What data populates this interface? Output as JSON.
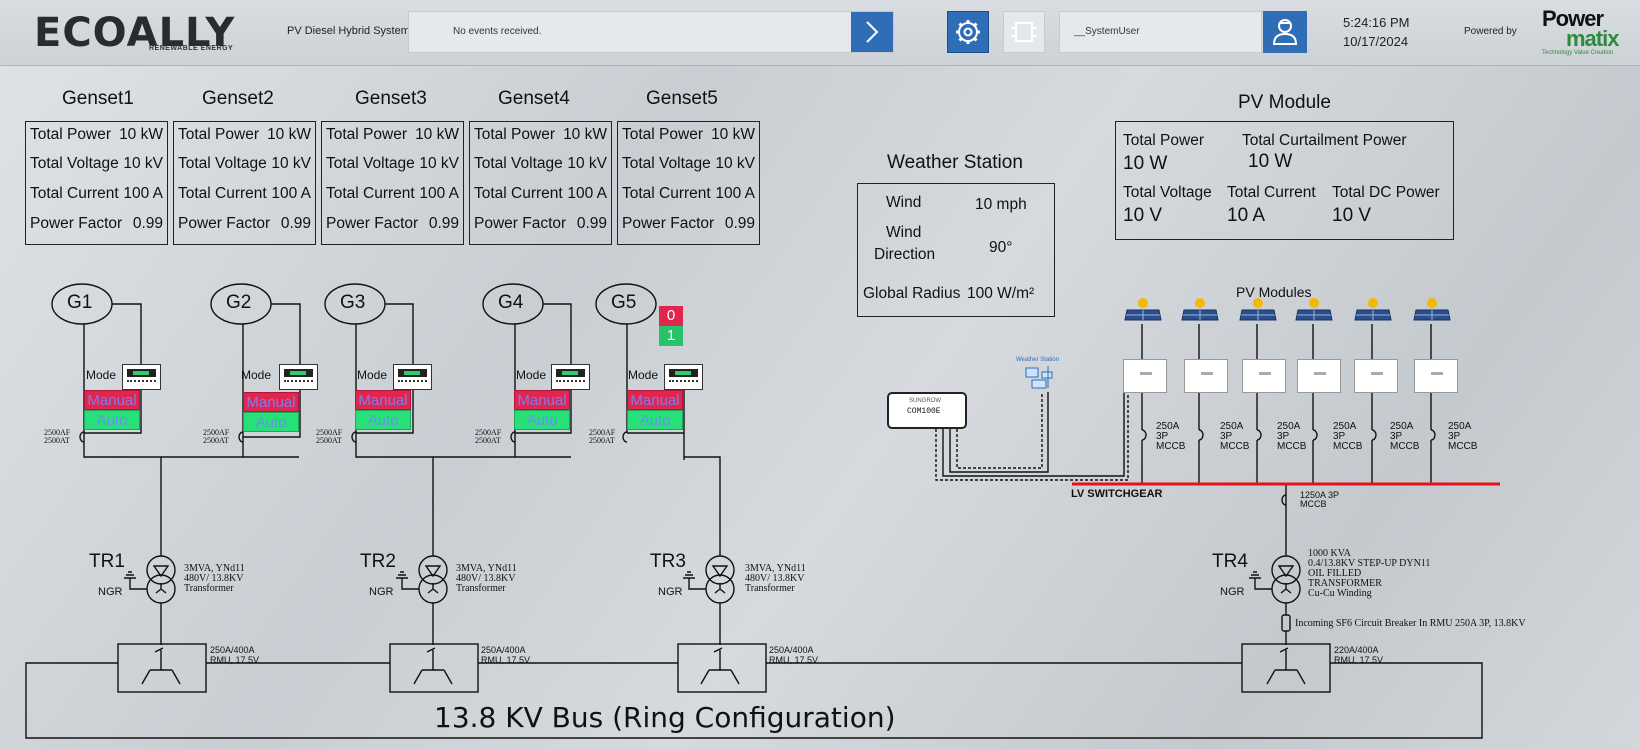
{
  "header": {
    "logo_text": "ECOALLY",
    "logo_subtext": "RENEWABLE ENERGY",
    "app_title": "PV Diesel Hybrid System",
    "events_text": "No events received.",
    "user": "__SystemUser",
    "time": "5:24:16 PM",
    "date": "10/17/2024",
    "powered_by": "Powered by",
    "partner_logo_line1": "Power",
    "partner_logo_line2": "matix",
    "partner_tagline": "Technology Value Creation"
  },
  "icons": {
    "events": "chevron-right-icon",
    "settings": "gear-icon",
    "modules": "modules-icon",
    "user": "user-icon"
  },
  "colors": {
    "accent": "#2f6db6",
    "manual": "#e0264f",
    "auto": "#27e07a",
    "switchgear_bus": "#e8101c",
    "brand_green": "#2e8b3d"
  },
  "gensets": [
    {
      "title": "Genset1",
      "label": "G1",
      "total_power_label": "Total Power",
      "total_power": "10 kW",
      "total_voltage_label": "Total Voltage",
      "total_voltage": "10 kV",
      "total_current_label": "Total Current",
      "total_current": "100 A",
      "power_factor_label": "Power Factor",
      "power_factor": "0.99",
      "mode_label": "Mode",
      "manual": "Manual",
      "auto": "Auto",
      "breaker_rating_1": "2500AF",
      "breaker_rating_2": "2500AT"
    },
    {
      "title": "Genset2",
      "label": "G2",
      "total_power_label": "Total Power",
      "total_power": "10 kW",
      "total_voltage_label": "Total Voltage",
      "total_voltage": "10 kV",
      "total_current_label": "Total Current",
      "total_current": "100 A",
      "power_factor_label": "Power Factor",
      "power_factor": "0.99",
      "mode_label": "Mode",
      "manual": "Manual",
      "auto": "Auto",
      "breaker_rating_1": "2500AF",
      "breaker_rating_2": "2500AT"
    },
    {
      "title": "Genset3",
      "label": "G3",
      "total_power_label": "Total Power",
      "total_power": "10 kW",
      "total_voltage_label": "Total Voltage",
      "total_voltage": "10 kV",
      "total_current_label": "Total Current",
      "total_current": "100 A",
      "power_factor_label": "Power Factor",
      "power_factor": "0.99",
      "mode_label": "Mode",
      "manual": "Manual",
      "auto": "Auto",
      "breaker_rating_1": "2500AF",
      "breaker_rating_2": "2500AT"
    },
    {
      "title": "Genset4",
      "label": "G4",
      "total_power_label": "Total Power",
      "total_power": "10 kW",
      "total_voltage_label": "Total Voltage",
      "total_voltage": "10 kV",
      "total_current_label": "Total Current",
      "total_current": "100 A",
      "power_factor_label": "Power Factor",
      "power_factor": "0.99",
      "mode_label": "Mode",
      "manual": "Manual",
      "auto": "Auto",
      "breaker_rating_1": "2500AF",
      "breaker_rating_2": "2500AT"
    },
    {
      "title": "Genset5",
      "label": "G5",
      "total_power_label": "Total Power",
      "total_power": "10 kW",
      "total_voltage_label": "Total Voltage",
      "total_voltage": "10 kV",
      "total_current_label": "Total Current",
      "total_current": "100 A",
      "power_factor_label": "Power Factor",
      "power_factor": "0.99",
      "mode_label": "Mode",
      "manual": "Manual",
      "auto": "Auto",
      "breaker_rating_1": "2500AF",
      "breaker_rating_2": "2500AT",
      "status_0": "0",
      "status_1": "1"
    }
  ],
  "weather": {
    "title": "Weather Station",
    "wind_label": "Wind",
    "wind": "10 mph",
    "wind_dir_label_1": "Wind",
    "wind_dir_label_2": "Direction",
    "wind_dir": "90°",
    "radius_label": "Global Radius",
    "radius": "100 W/m²",
    "mini_label": "Weather Station"
  },
  "pv": {
    "title": "PV Module",
    "total_power_label": "Total Power",
    "total_power": "10 W",
    "curtail_label": "Total Curtailment Power",
    "curtail": "10 W",
    "voltage_label": "Total Voltage",
    "voltage": "10 V",
    "current_label": "Total Current",
    "current": "10 A",
    "dc_label": "Total DC Power",
    "dc": "10 V",
    "modules_label": "PV Modules",
    "mccb_label_1": "250A",
    "mccb_label_2": "3P",
    "mccb_label_3": "MCCB"
  },
  "logger": {
    "brand": "SUNGROW",
    "model": "COM100E"
  },
  "switchgear": {
    "label": "LV SWITCHGEAR",
    "main_mccb_1": "1250A 3P",
    "main_mccb_2": "MCCB"
  },
  "transformers": [
    {
      "label": "TR1",
      "ngr": "NGR",
      "spec1": "3MVA, YNd11",
      "spec2": "480V/ 13.8KV",
      "spec3": "Transformer"
    },
    {
      "label": "TR2",
      "ngr": "NGR",
      "spec1": "3MVA, YNd11",
      "spec2": "480V/ 13.8KV",
      "spec3": "Transformer"
    },
    {
      "label": "TR3",
      "ngr": "NGR",
      "spec1": "3MVA, YNd11",
      "spec2": "480V/ 13.8KV",
      "spec3": "Transformer"
    },
    {
      "label": "TR4",
      "ngr": "NGR",
      "spec1": "1000 KVA",
      "spec2": "0.4/13.8KV STEP-UP DYN11",
      "spec3": "OIL FILLED",
      "spec4": "TRANSFORMER",
      "spec5": "Cu-Cu Winding"
    }
  ],
  "incoming_breaker": "Incoming SF6 Circuit Breaker In RMU 250A 3P, 13.8KV",
  "rmus": [
    {
      "rating": "250A/400A",
      "type": "RMU, 17.5V"
    },
    {
      "rating": "250A/400A",
      "type": "RMU, 17.5V"
    },
    {
      "rating": "250A/400A",
      "type": "RMU, 17.5V"
    },
    {
      "rating": "220A/400A",
      "type": "RMU, 17.5V"
    }
  ],
  "bus_label": "13.8 KV Bus (Ring Configuration)"
}
